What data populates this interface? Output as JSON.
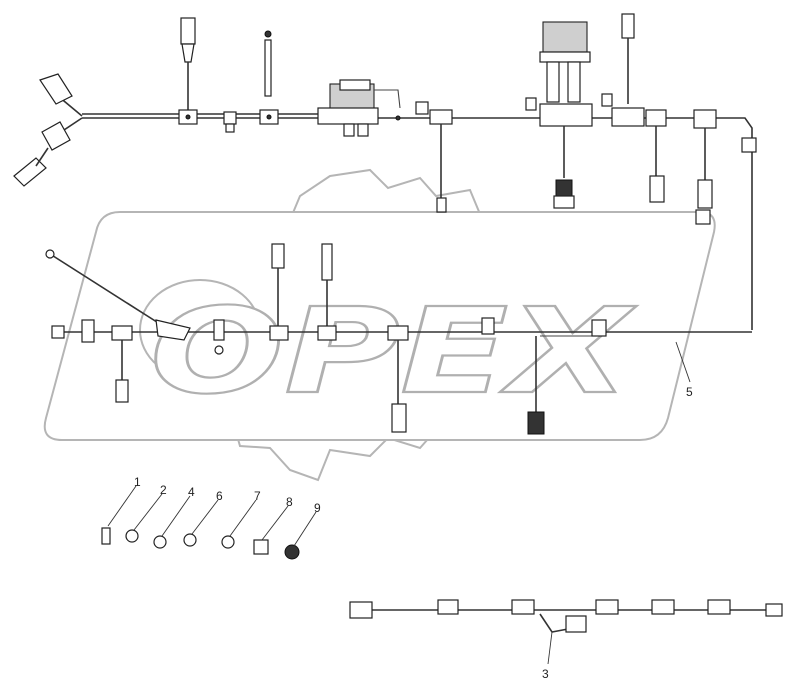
{
  "watermark": {
    "text": "OPEX"
  },
  "callouts": [
    {
      "id": "c1",
      "label": "1"
    },
    {
      "id": "c2",
      "label": "2"
    },
    {
      "id": "c4",
      "label": "4"
    },
    {
      "id": "c6",
      "label": "6"
    },
    {
      "id": "c7",
      "label": "7"
    },
    {
      "id": "c8",
      "label": "8"
    },
    {
      "id": "c9",
      "label": "9"
    },
    {
      "id": "c5",
      "label": "5"
    },
    {
      "id": "c3",
      "label": "3"
    }
  ]
}
